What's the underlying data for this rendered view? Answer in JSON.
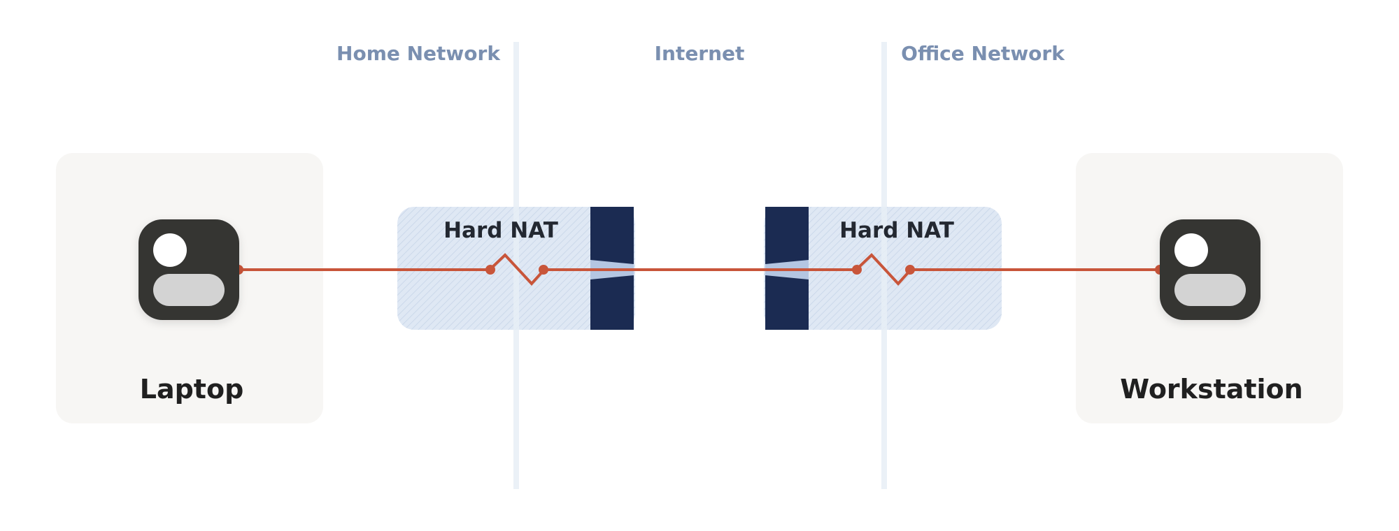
{
  "zones": [
    {
      "id": "home",
      "label": "Home Network"
    },
    {
      "id": "internet",
      "label": "Internet"
    },
    {
      "id": "office",
      "label": "Office Network"
    }
  ],
  "nats": [
    {
      "id": "left",
      "label": "Hard NAT"
    },
    {
      "id": "right",
      "label": "Hard NAT"
    }
  ],
  "devices": [
    {
      "id": "laptop",
      "label": "Laptop",
      "icon": "user-device-icon"
    },
    {
      "id": "workstation",
      "label": "Workstation",
      "icon": "user-device-icon"
    }
  ],
  "colors": {
    "connection": "#c8553a",
    "firewall": "#1b2b52",
    "nat_fill": "#dfe8f4",
    "zone_label": "#7a8fb0",
    "divider": "#e8eef6",
    "device_card": "#f7f6f4",
    "icon_dark": "#343432",
    "icon_light": "#d3d3d3"
  }
}
